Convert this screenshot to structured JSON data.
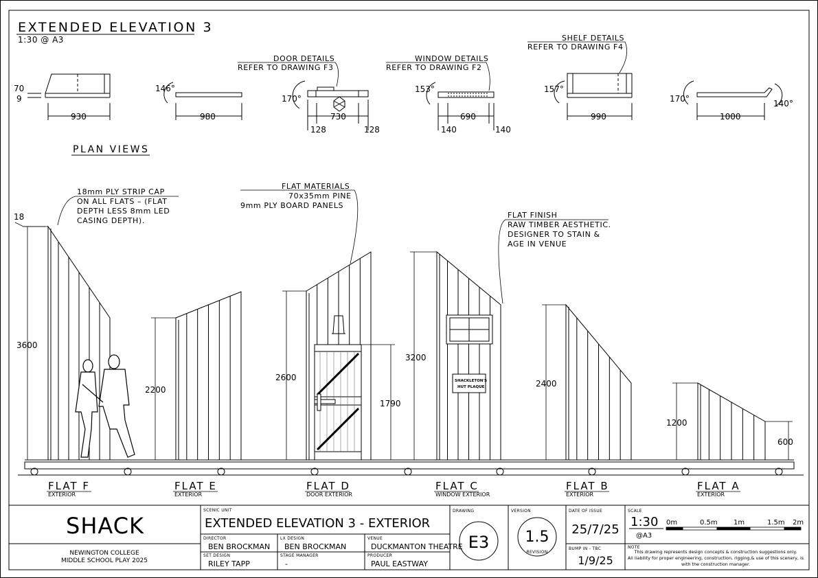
{
  "sheet": {
    "title": "EXTENDED ELEVATION 3",
    "scale_note": "1:30 @ A3",
    "plan_views_label": "PLAN VIEWS"
  },
  "plan": {
    "p1": {
      "h1": "70",
      "h2": "9",
      "width": "930"
    },
    "p2": {
      "angle": "146°",
      "width": "980"
    },
    "p3": {
      "angle": "170°",
      "width": "730",
      "left": "128",
      "right": "128",
      "note1": "DOOR DETAILS",
      "note2": "REFER TO DRAWING F3"
    },
    "p4": {
      "angle": "153°",
      "width": "690",
      "left": "140",
      "right": "140",
      "note1": "WINDOW DETAILS",
      "note2": "REFER TO DRAWING F2"
    },
    "p5": {
      "angle": "157°",
      "width": "990",
      "note1": "SHELF DETAILS",
      "note2": "REFER TO DRAWING F4"
    },
    "p6": {
      "angle1": "170°",
      "angle2": "140°",
      "width": "1000"
    }
  },
  "notes": {
    "strip_cap": [
      "18mm PLY STRIP CAP",
      "ON ALL FLATS – (FLAT",
      "DEPTH LESS 8mm LED",
      "CASING DEPTH)."
    ],
    "materials": [
      "FLAT MATERIALS",
      "70x35mm PINE",
      "9mm PLY BOARD PANELS"
    ],
    "finish": [
      "FLAT FINISH",
      "RAW TIMBER AESTHETIC.",
      "DESIGNER TO STAIN &",
      "AGE IN VENUE"
    ],
    "cap_dim": "18",
    "plaque": [
      "SHACKLETON'S",
      "HUT PLAQUE"
    ]
  },
  "flats": [
    {
      "name": "FLAT F",
      "sub": "EXTERIOR",
      "height": "3600"
    },
    {
      "name": "FLAT E",
      "sub": "EXTERIOR",
      "height": "2200"
    },
    {
      "name": "FLAT D",
      "sub": "DOOR EXTERIOR",
      "height": "2600",
      "door_height": "1790"
    },
    {
      "name": "FLAT C",
      "sub": "WINDOW EXTERIOR",
      "height": "3200"
    },
    {
      "name": "FLAT B",
      "sub": "EXTERIOR",
      "height": "2400"
    },
    {
      "name": "FLAT A",
      "sub": "EXTERIOR",
      "height": "1200",
      "low_height": "600"
    }
  ],
  "titleblock": {
    "show": "SHACK",
    "school1": "NEWINGTON COLLEGE",
    "school2": "MIDDLE SCHOOL PLAY 2025",
    "scenic_unit_label": "SCENIC UNIT",
    "scenic_unit": "EXTENDED ELEVATION 3 - EXTERIOR",
    "director_label": "DIRECTOR",
    "director": "BEN BROCKMAN",
    "lx_label": "LX DESIGN",
    "lx": "BEN BROCKMAN",
    "venue_label": "VENUE",
    "venue": "DUCKMANTON THEATRE",
    "set_label": "SET DESIGN",
    "set": "RILEY TAPP",
    "sm_label": "STAGE MANAGER",
    "sm": "-",
    "producer_label": "PRODUCER",
    "producer": "PAUL EASTWAY",
    "drawing_label": "DRAWING",
    "drawing": "E3",
    "version_label": "VERSION",
    "version": "1.5",
    "revision_label": "REVISION",
    "issue_label": "DATE OF ISSUE",
    "issue": "25/7/25",
    "bump_label": "BUMP IN - TBC",
    "bump": "1/9/25",
    "scale_label": "SCALE",
    "scale": "1:30",
    "scale_sub": "@A3",
    "scale_ticks": [
      "0m",
      "0.5m",
      "1m",
      "1.5m",
      "2m"
    ],
    "note_label": "NOTE",
    "note": [
      "This drawing represents design concepts & construction suggestions only.",
      "All liability for proper engineering, construction, rigging,& use of this scenery, is",
      "with the construction manager."
    ]
  }
}
